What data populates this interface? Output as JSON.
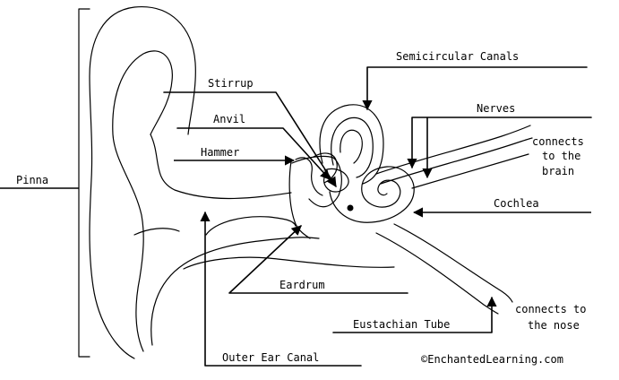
{
  "labels": {
    "pinna": "Pinna",
    "semicircular_canals": "Semicircular Canals",
    "stirrup": "Stirrup",
    "anvil": "Anvil",
    "hammer": "Hammer",
    "nerves": "Nerves",
    "connects_brain_1": "connects",
    "connects_brain_2": "to the",
    "connects_brain_3": "brain",
    "cochlea": "Cochlea",
    "eardrum": "Eardrum",
    "connects_nose_1": "connects to",
    "connects_nose_2": "the nose",
    "eustachian_tube": "Eustachian Tube",
    "outer_ear_canal": "Outer Ear Canal",
    "copyright": "©EnchantedLearning.com"
  },
  "colors": {
    "line": "#000000",
    "background": "#ffffff"
  }
}
